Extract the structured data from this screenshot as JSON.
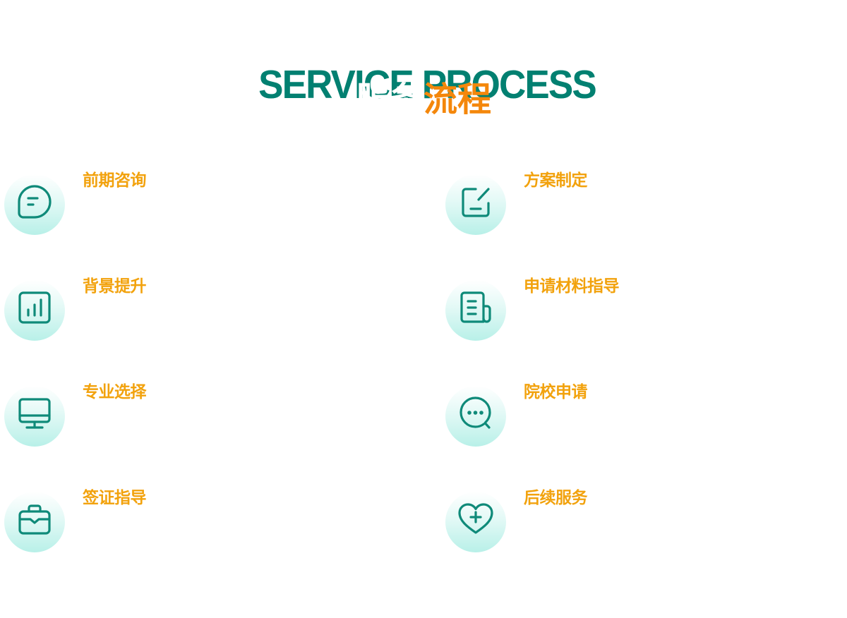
{
  "header": {
    "title_en": "SERVICE PROCESS",
    "title_cn_part1": "服务",
    "title_cn_part2": "流程"
  },
  "colors": {
    "title_en": "#028071",
    "title_cn_accent": "#f4870b",
    "step_label": "#f2a20d",
    "icon_stroke": "#0f8a79",
    "icon_bg_bottom": "#b8f0e8"
  },
  "steps": [
    {
      "label": "前期咨询",
      "icon": "message-square-icon"
    },
    {
      "label": "方案制定",
      "icon": "edit-square-icon"
    },
    {
      "label": "背景提升",
      "icon": "bar-chart-icon"
    },
    {
      "label": "申请材料指导",
      "icon": "document-icon"
    },
    {
      "label": "专业选择",
      "icon": "monitor-icon"
    },
    {
      "label": "院校申请",
      "icon": "chat-search-icon"
    },
    {
      "label": "签证指导",
      "icon": "briefcase-icon"
    },
    {
      "label": "后续服务",
      "icon": "heart-plus-icon"
    }
  ]
}
